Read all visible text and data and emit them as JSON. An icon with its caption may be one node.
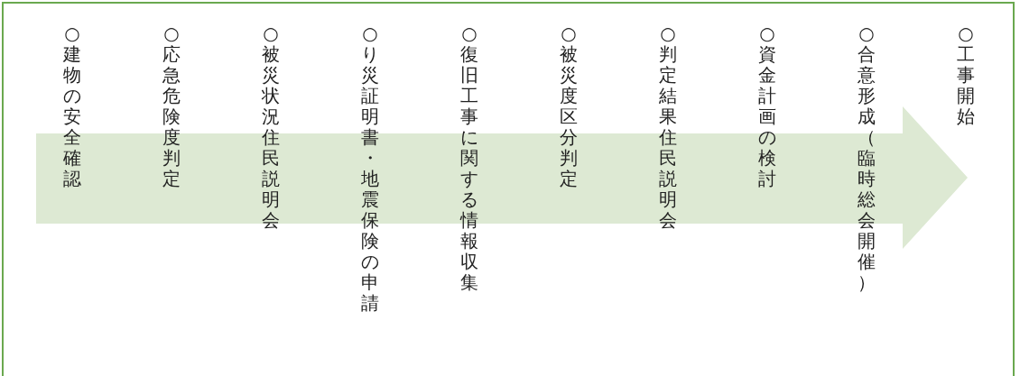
{
  "diagram": {
    "labels": [
      "○建物の安全確認",
      "○応急危険度判定",
      "○被災状況住民説明会",
      "○り災証明書・地震保険の申請",
      "○復旧工事に関する情報収集",
      "○被災度区分判定",
      "○判定結果住民説明会",
      "○資金計画の検討",
      "○合意形成（臨時総会開催）",
      "○工事開始"
    ]
  }
}
